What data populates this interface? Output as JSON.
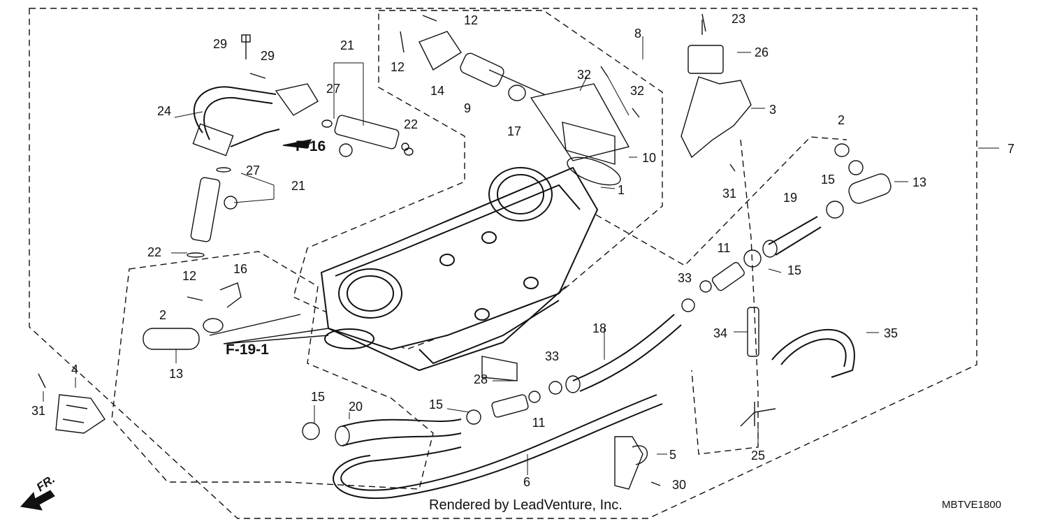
{
  "diagram": {
    "labels": {
      "l1": "1",
      "l2a": "2",
      "l2b": "2",
      "l3": "3",
      "l4": "4",
      "l5": "5",
      "l6": "6",
      "l7": "7",
      "l8": "8",
      "l9": "9",
      "l10": "10",
      "l11a": "11",
      "l11b": "11",
      "l12a": "12",
      "l12b": "12",
      "l12c": "12",
      "l13a": "13",
      "l13b": "13",
      "l14": "14",
      "l15a": "15",
      "l15b": "15",
      "l15c": "15",
      "l15d": "15",
      "l16": "16",
      "l17": "17",
      "l18": "18",
      "l19": "19",
      "l20": "20",
      "l21a": "21",
      "l21b": "21",
      "l22a": "22",
      "l22b": "22",
      "l23": "23",
      "l24": "24",
      "l25": "25",
      "l26": "26",
      "l27a": "27",
      "l27b": "27",
      "l28": "28",
      "l29a": "29",
      "l29b": "29",
      "l30": "30",
      "l31a": "31",
      "l31b": "31",
      "l32a": "32",
      "l32b": "32",
      "l33a": "33",
      "l33b": "33",
      "l34": "34",
      "l35": "35"
    },
    "references": {
      "f16": "F-16",
      "f19": "F-19-1"
    },
    "front_arrow": "FR.",
    "credit": "Rendered by LeadVenture, Inc.",
    "diagram_code": "MBTVE1800"
  },
  "colors": {
    "ink": "#111111",
    "background": "#ffffff"
  }
}
